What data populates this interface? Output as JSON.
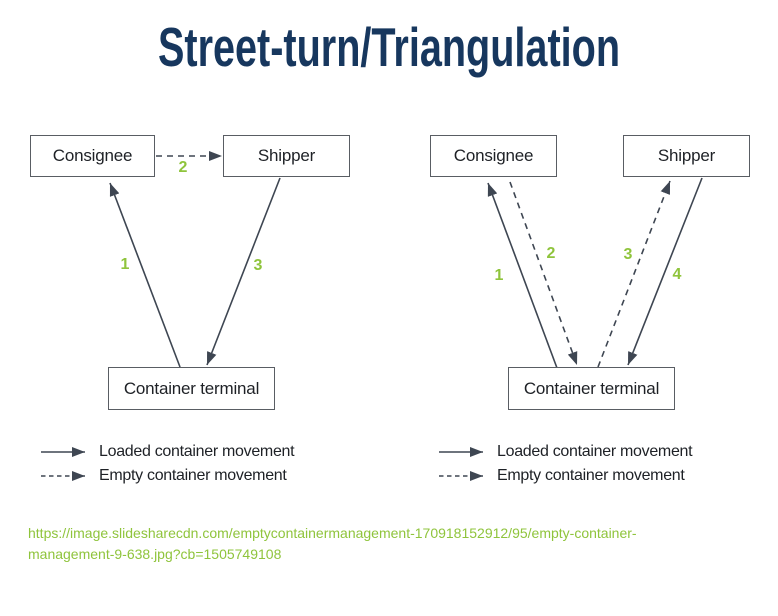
{
  "title": "Street-turn/Triangulation",
  "left_diagram": {
    "nodes": {
      "consignee": "Consignee",
      "shipper": "Shipper",
      "terminal": "Container terminal"
    },
    "arrows": [
      {
        "label": "1",
        "style": "solid",
        "from": "terminal",
        "to": "consignee"
      },
      {
        "label": "2",
        "style": "dashed",
        "from": "consignee",
        "to": "shipper"
      },
      {
        "label": "3",
        "style": "solid",
        "from": "shipper",
        "to": "terminal"
      }
    ],
    "legend": {
      "loaded": "Loaded container movement",
      "empty": "Empty container movement"
    }
  },
  "right_diagram": {
    "nodes": {
      "consignee": "Consignee",
      "shipper": "Shipper",
      "terminal": "Container terminal"
    },
    "arrows": [
      {
        "label": "1",
        "style": "solid",
        "from": "terminal",
        "to": "consignee"
      },
      {
        "label": "2",
        "style": "dashed",
        "from": "consignee",
        "to": "terminal"
      },
      {
        "label": "3",
        "style": "dashed",
        "from": "terminal",
        "to": "shipper"
      },
      {
        "label": "4",
        "style": "solid",
        "from": "shipper",
        "to": "terminal"
      }
    ],
    "legend": {
      "loaded": "Loaded container movement",
      "empty": "Empty container movement"
    }
  },
  "source_url": "https://image.slidesharecdn.com/emptycontainermanagement-170918152912/95/empty-container-management-9-638.jpg?cb=1505749108",
  "colors": {
    "title": "#17375e",
    "accent_green": "#8fc43c",
    "arrow": "#3e4652",
    "box_border": "#595d63",
    "text": "#1e2126"
  }
}
